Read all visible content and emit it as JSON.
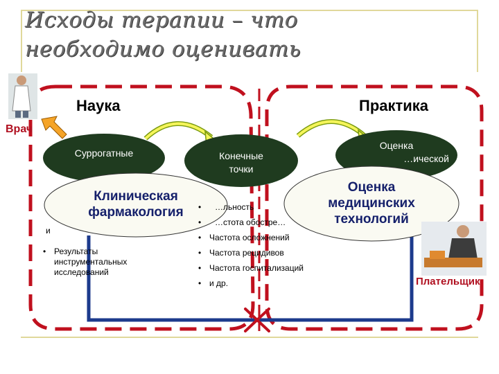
{
  "title": {
    "line1": "Исходы терапии – что",
    "line2": "необходимо оценивать"
  },
  "sections": {
    "science": "Наука",
    "practice": "Практика"
  },
  "nodes": {
    "surrogate": "Суррогатные",
    "endpoints_line1": "Конечные",
    "endpoints_line2": "точки",
    "pharm_eval_line1": "Оценка",
    "pharm_eval_line2": "…ической",
    "clinical_pharm_line1": "Клиническая",
    "clinical_pharm_line2": "фармакология",
    "hta_line1": "Оценка",
    "hta_line2": "медицинских",
    "hta_line3": "технологий"
  },
  "left_list": {
    "partial_item": "и",
    "items": [
      "Результаты инструментальных исследований"
    ]
  },
  "middle_list": {
    "items": [
      "…льность",
      "…стота обостре…",
      "Частота осложнений",
      "Частота рецидивов",
      "Частота госпитализаций",
      "и др."
    ]
  },
  "roles": {
    "doctor": "Врач",
    "payer": "Плательщик"
  },
  "icons": {
    "doctor": "doctor-figure-icon",
    "payer": "businessman-desk-icon",
    "cross": "red-x-icon"
  },
  "colors": {
    "dark_ellipse": "#1f3b1f",
    "light_ellipse": "#fafaf2",
    "dashed_border": "#c0101e",
    "connector": "#1c3a8c",
    "arrow_fill": "#f5f55a",
    "arrow_stroke": "#7a9a10",
    "role_text": "#b01020",
    "doctor_arrow": "#f5a428"
  }
}
